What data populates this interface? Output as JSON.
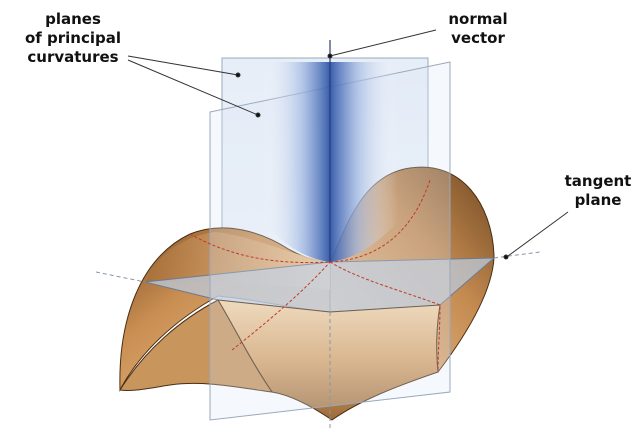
{
  "labels": {
    "planes": [
      "planes",
      "of principal",
      "curvatures"
    ],
    "normal": [
      "normal",
      "vector"
    ],
    "tangent": [
      "tangent",
      "plane"
    ]
  },
  "colors": {
    "surface_light": "#f2c28c",
    "surface_dark": "#b07a45",
    "tangent_plane": "#b8c8dc",
    "normal_blue": "#5a7fc4",
    "curvature_line": "#c0392b",
    "leader_line": "#333333"
  }
}
